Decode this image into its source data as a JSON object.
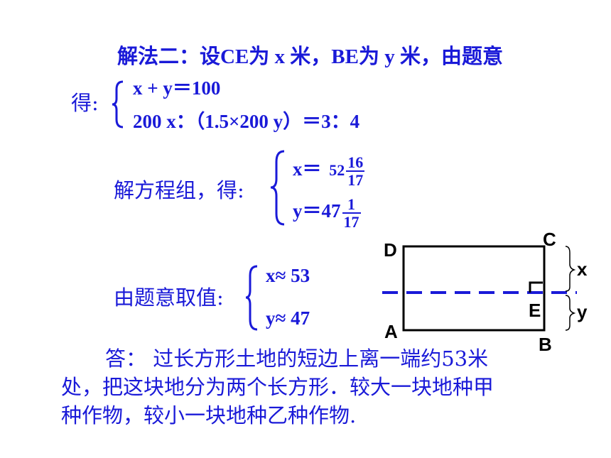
{
  "intro": {
    "line1": "解法二：设CE为 x 米，BE为 y 米，由题意",
    "de": "得:"
  },
  "system1": {
    "eq1": "x + y＝100",
    "eq2": "200 x：（1.5×200 y）＝3：4"
  },
  "solve": {
    "label": "解方程组，得:",
    "x_prefix": "x＝",
    "x_whole": "52",
    "x_num": "16",
    "x_den": "17",
    "y_prefix": "y＝47",
    "y_num": "1",
    "y_den": "17"
  },
  "approx": {
    "label": "由题意取值:",
    "x": "x≈ 53",
    "y": "y≈ 47"
  },
  "answer": {
    "line1": "答： 过长方形土地的短边上离一端约53米",
    "line2": "处，把这块地分为两个长方形．较大一块地种甲",
    "line3": "种作物，较小一块地种乙种作物."
  },
  "diagram": {
    "D": "D",
    "C": "C",
    "A": "A",
    "B": "B",
    "E": "E",
    "x": "x",
    "y": "y"
  }
}
